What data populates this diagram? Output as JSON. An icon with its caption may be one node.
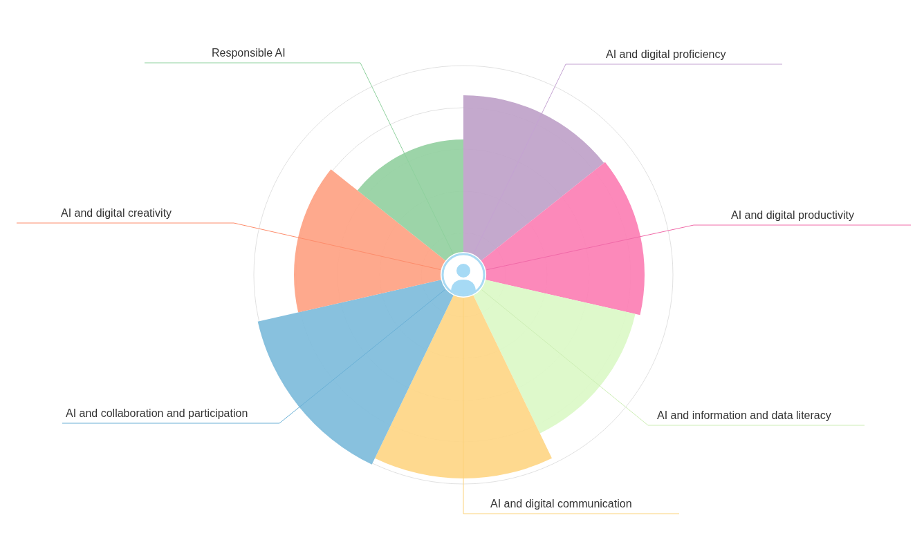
{
  "diagram": {
    "nodes": [
      {
        "text": [
          "Responsible AI"
        ]
      },
      {
        "text": [
          "AI and digital proficiency"
        ]
      },
      {
        "text": [
          "AI and digital creativity"
        ]
      },
      {
        "text": [
          "AI and digital productivity"
        ]
      },
      {
        "text": [
          "AI and collaboration and participation"
        ]
      },
      {
        "text": [
          "AI and information and data literacy"
        ]
      },
      {
        "text": [
          "AI and digital communication"
        ]
      },
      {
        "text": [],
        "shape": "wedge"
      },
      {
        "text": [],
        "shape": "wedge"
      },
      {
        "text": [],
        "shape": "wedge"
      },
      {
        "text": [],
        "shape": "wedge"
      },
      {
        "text": [],
        "shape": "wedge"
      },
      {
        "text": [],
        "shape": "wedge"
      },
      {
        "text": [],
        "shape": "wedge"
      },
      {
        "text": [],
        "shape": "person"
      }
    ],
    "edges": [
      {
        "from": 0,
        "to": 13,
        "arrow": "none",
        "color": "#8fd19e"
      },
      {
        "from": 1,
        "to": 7,
        "arrow": "none",
        "color": "#c4a3d2"
      },
      {
        "from": 2,
        "to": 12,
        "arrow": "none",
        "color": "#fd8c6b"
      },
      {
        "from": 3,
        "to": 8,
        "arrow": "none",
        "color": "#f06aa8"
      },
      {
        "from": 4,
        "to": 11,
        "arrow": "none",
        "color": "#6ab0d6"
      },
      {
        "from": 5,
        "to": 9,
        "arrow": "none",
        "color": "#cdeeb5"
      },
      {
        "from": 6,
        "to": 10,
        "arrow": "none",
        "color": "#fbd27a"
      }
    ]
  }
}
